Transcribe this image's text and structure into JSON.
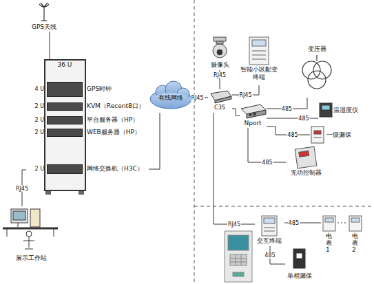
{
  "diagram": {
    "nodes": [
      {
        "text": [
          "36 U"
        ]
      },
      {
        "text": [
          "4 U",
          "GPS时钟"
        ],
        "in": 0
      },
      {
        "text": [
          "2 U",
          "KVM（Recent8口）"
        ],
        "in": 0
      },
      {
        "text": [
          "2 U",
          "平台服务器（HP）"
        ],
        "in": 0
      },
      {
        "text": [
          "2 U",
          "WEB服务器（HP）"
        ],
        "in": 0
      },
      {
        "text": [
          "2 U",
          "网络交换机（H3C）"
        ],
        "in": 0
      },
      {
        "text": [
          "GPS天线"
        ]
      },
      {
        "text": [
          "展示工作站"
        ]
      },
      {
        "text": [
          "有线网络"
        ]
      },
      {
        "text": [
          "摄像头"
        ]
      },
      {
        "text": [
          "智能小区配变终端"
        ]
      },
      {
        "text": [
          "C3S"
        ]
      },
      {
        "text": [
          "Nport"
        ]
      },
      {
        "text": [
          "变压器"
        ]
      },
      {
        "text": [
          "温湿度仪"
        ]
      },
      {
        "text": [
          "一级漏保"
        ]
      },
      {
        "text": [
          "无功控制器"
        ]
      },
      {
        "text": [
          "交互终端"
        ]
      },
      {
        "text": [
          "单相漏保"
        ]
      },
      {
        "text": [
          "电表1"
        ]
      },
      {
        "text": [
          "电表2"
        ]
      }
    ],
    "edges": [
      {
        "from": 6,
        "to": 0,
        "arrow": "none"
      },
      {
        "from": 7,
        "to": 5,
        "label": "RJ45",
        "arrow": "none"
      },
      {
        "from": 5,
        "to": 8,
        "arrow": "none"
      },
      {
        "from": 8,
        "to": 11,
        "label": "RJ45",
        "arrow": "none"
      },
      {
        "from": 9,
        "to": 11,
        "label": "RJ45",
        "arrow": "none"
      },
      {
        "from": 11,
        "to": 10,
        "label": "RJ45",
        "arrow": "none"
      },
      {
        "from": 11,
        "to": 12,
        "arrow": "none"
      },
      {
        "from": 12,
        "to": 13,
        "label": "485",
        "arrow": "none"
      },
      {
        "from": 12,
        "to": 14,
        "label": "485",
        "arrow": "none"
      },
      {
        "from": 12,
        "to": 15,
        "label": "485",
        "arrow": "none"
      },
      {
        "from": 12,
        "to": 16,
        "label": "485",
        "arrow": "none"
      },
      {
        "from": 11,
        "to": 17,
        "label": "RJ45",
        "arrow": "none"
      },
      {
        "from": 17,
        "to": 18,
        "label": "485",
        "arrow": "none"
      },
      {
        "from": 17,
        "to": 19,
        "label": "485",
        "arrow": "none"
      },
      {
        "from": 19,
        "to": 20,
        "arrow": "none"
      }
    ]
  }
}
